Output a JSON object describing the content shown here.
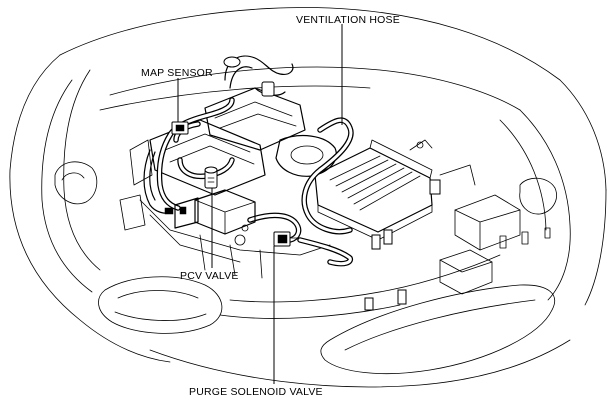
{
  "labels": {
    "ventilation_hose": "VENTILATION HOSE",
    "map_sensor": "MAP SENSOR",
    "pcv_valve": "PCV VALVE",
    "purge_solenoid_valve": "PURGE SOLENOID VALVE"
  },
  "colors": {
    "line": "#000000",
    "background": "#ffffff"
  }
}
